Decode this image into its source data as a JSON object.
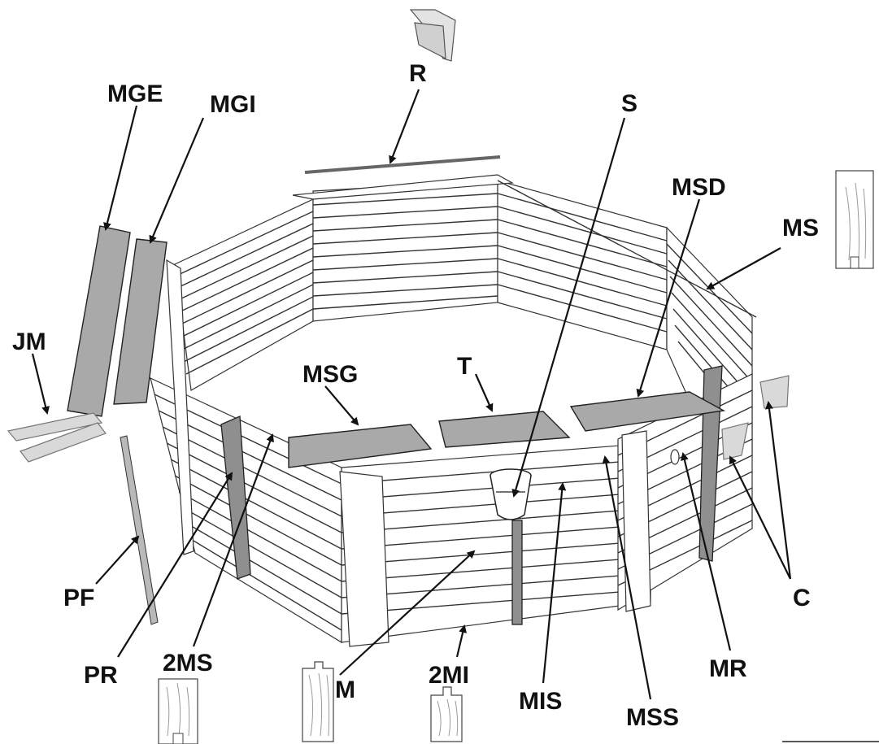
{
  "labels": {
    "R": "R",
    "MGE": "MGE",
    "MGI": "MGI",
    "S": "S",
    "MSD": "MSD",
    "MS": "MS",
    "JM": "JM",
    "MSG": "MSG",
    "T": "T",
    "C": "C",
    "PF": "PF",
    "PR": "PR",
    "2MS": "2MS",
    "M": "M",
    "2MI": "2MI",
    "MIS": "MIS",
    "MSS": "MSS",
    "MR": "MR"
  }
}
